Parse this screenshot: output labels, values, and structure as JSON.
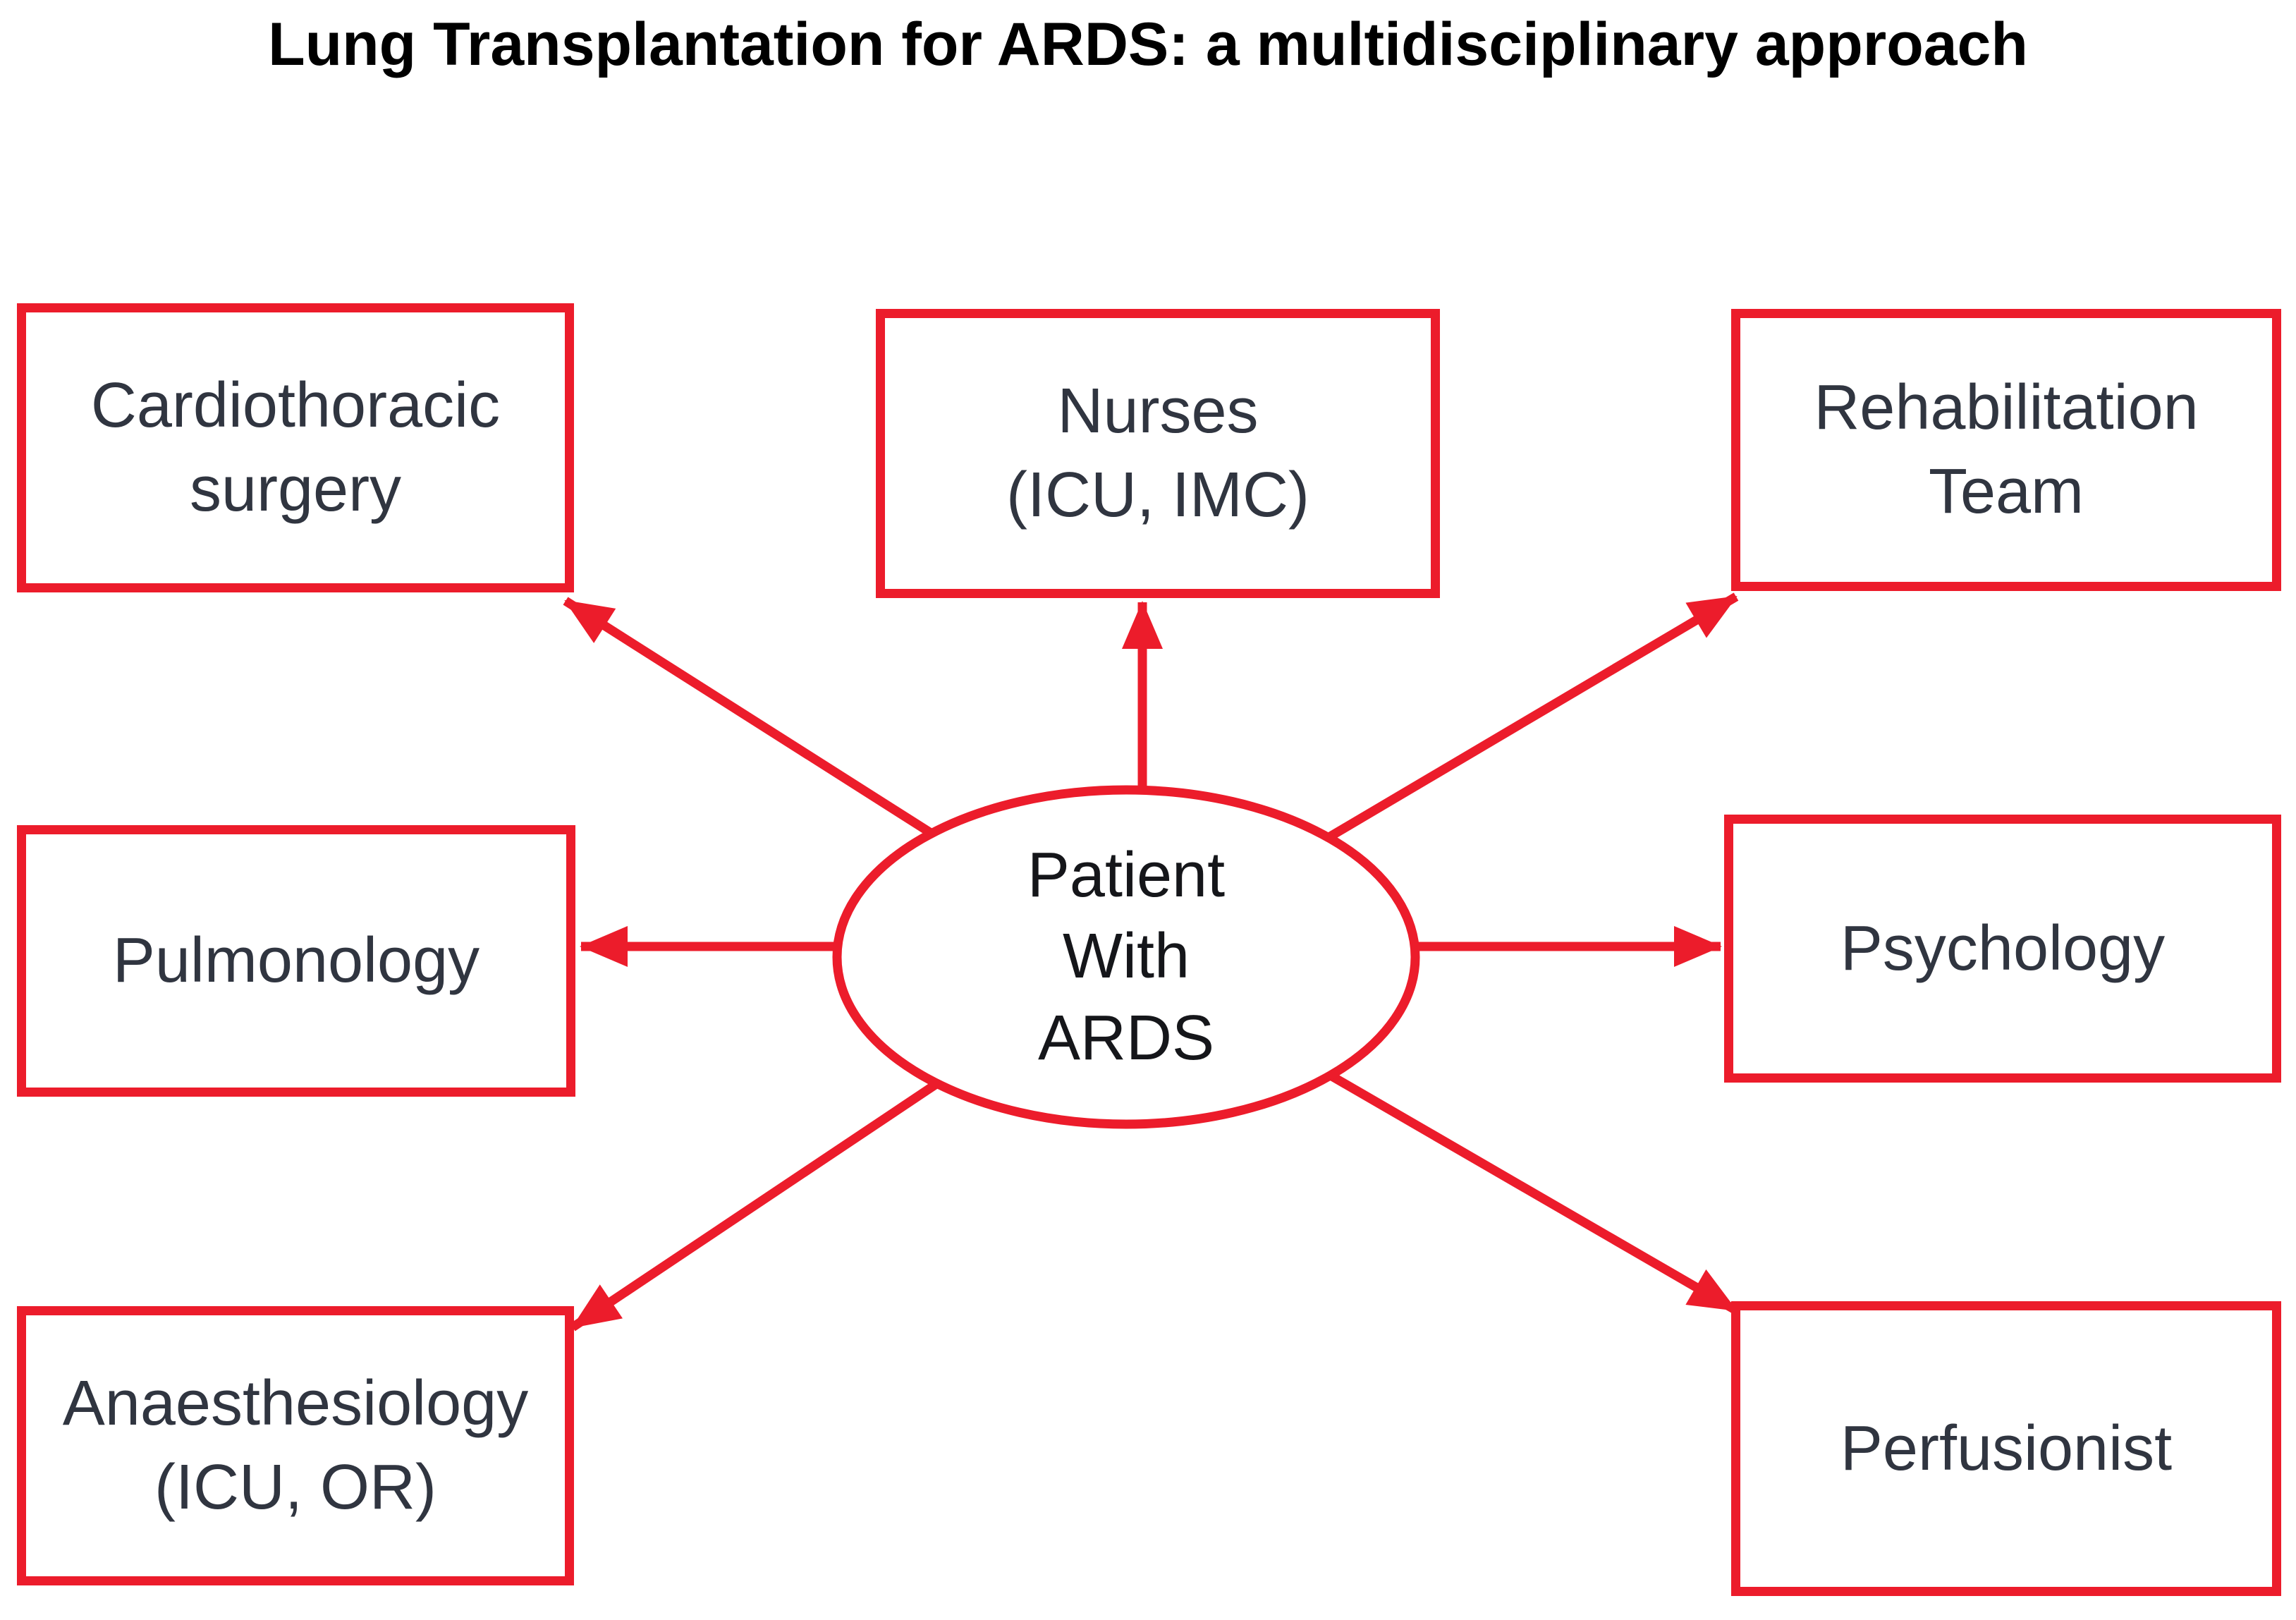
{
  "title": {
    "text": "Lung Transplantation for ARDS: a multidisciplinary approach"
  },
  "center": {
    "lines": [
      "Patient",
      "With",
      "ARDS"
    ]
  },
  "nodes": [
    {
      "id": "cardiothoracic-surgery",
      "lines": [
        "Cardiothoracic",
        "surgery"
      ]
    },
    {
      "id": "nurses",
      "lines": [
        "Nurses",
        "(ICU, IMC)"
      ]
    },
    {
      "id": "rehabilitation-team",
      "lines": [
        "Rehabilitation",
        "Team"
      ]
    },
    {
      "id": "pulmonology",
      "lines": [
        "Pulmonology"
      ]
    },
    {
      "id": "psychology",
      "lines": [
        "Psychology"
      ]
    },
    {
      "id": "anaesthesiology",
      "lines": [
        "Anaesthesiology",
        "(ICU, OR)"
      ]
    },
    {
      "id": "perfusionist",
      "lines": [
        "Perfusionist"
      ]
    }
  ],
  "colors": {
    "red": "#EC1C2B",
    "box_text": "#303540",
    "center_text": "#15161A",
    "title_text": "#000000",
    "background": "#FFFFFF"
  }
}
